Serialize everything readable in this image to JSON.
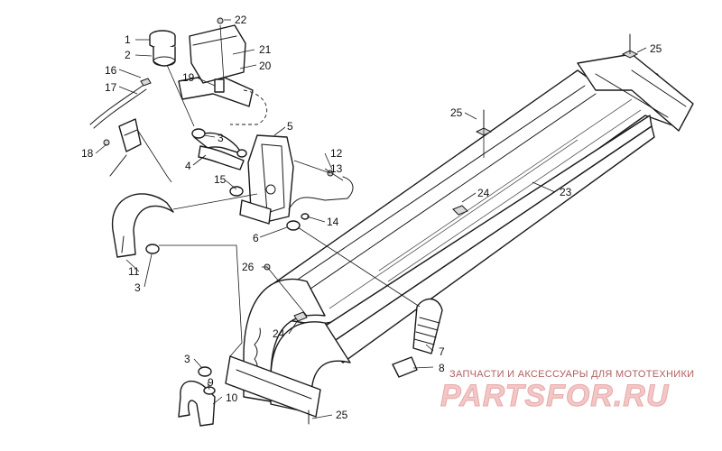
{
  "diagram": {
    "callouts": {
      "c1": "1",
      "c2": "2",
      "c3a": "3",
      "c3b": "3",
      "c3c": "3",
      "c4": "4",
      "c5": "5",
      "c6": "6",
      "c7": "7",
      "c8": "8",
      "c9": "9",
      "c10": "10",
      "c11": "11",
      "c12": "12",
      "c13": "13",
      "c14": "14",
      "c15": "15",
      "c16": "16",
      "c17": "17",
      "c18": "18",
      "c19": "19",
      "c20": "20",
      "c21": "21",
      "c22": "22",
      "c23": "23",
      "c24a": "24",
      "c24b": "24",
      "c25a": "25",
      "c25b": "25",
      "c25c": "25",
      "c26": "26"
    }
  },
  "watermark": {
    "tagline": "ЗАПЧАСТИ И АКСЕССУАРЫ ДЛЯ МОТОТЕХНИКИ",
    "logo": "PARTSFOR.RU"
  }
}
